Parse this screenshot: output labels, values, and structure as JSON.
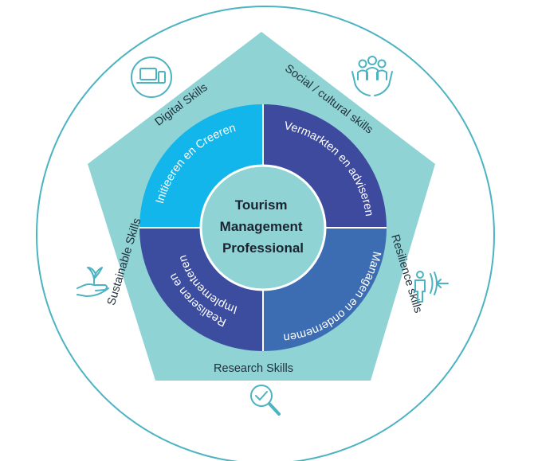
{
  "center": {
    "lines": [
      "Tourism",
      "Management",
      "Professional"
    ]
  },
  "quadrants": {
    "top_left": "Initieeren en Creeren",
    "top_right": "Vermarkten en adviseren",
    "bottom_right": "Managen en ondernemen",
    "bottom_left_line1": "Realiseren en",
    "bottom_left_line2": "Implementeren"
  },
  "skills": {
    "digital": "Digital Skills",
    "social": "Social / cultural skills",
    "resilience": "Resilience skills",
    "research": "Research Skills",
    "sustainable": "Sustainable Skills"
  },
  "icons": {
    "digital": "devices-icon",
    "social": "people-in-hands-icon",
    "resilience": "person-shield-icon",
    "research": "magnifier-check-icon",
    "sustainable": "hand-plant-icon"
  },
  "colors": {
    "pentagon": "#8fd3d5",
    "ring": "#4bb3c2",
    "top_left": "#12b6ea",
    "top_right": "#3e4a9e",
    "bottom_right": "#3c6db3",
    "bottom_left": "#3c4da0",
    "center": "#8fd3d5"
  }
}
